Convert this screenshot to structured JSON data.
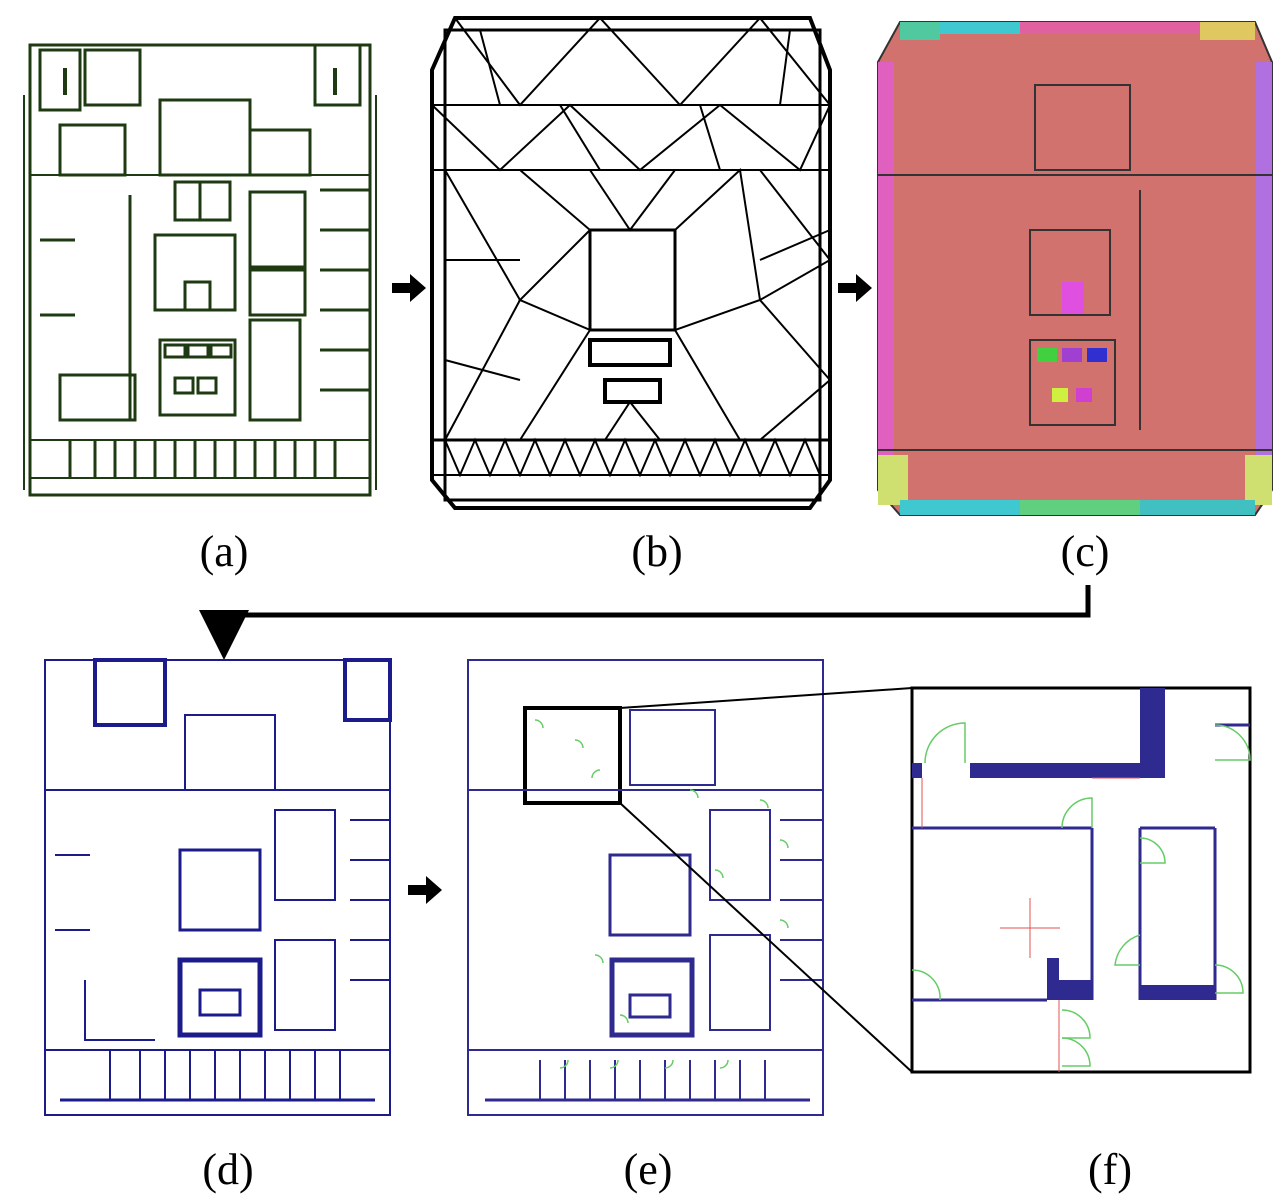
{
  "figure": {
    "panels": [
      {
        "id": "a",
        "label": "(a)",
        "desc_color": "#1e3a12"
      },
      {
        "id": "b",
        "label": "(b)",
        "desc_color": "#000000"
      },
      {
        "id": "c",
        "label": "(c)",
        "desc_color": "#d2726e"
      },
      {
        "id": "d",
        "label": "(d)",
        "desc_color": "#1b1b8c"
      },
      {
        "id": "e",
        "label": "(e)",
        "desc_color": "#2e2a8f"
      },
      {
        "id": "f",
        "label": "(f)",
        "desc_color": "#2e2a8f"
      }
    ],
    "colors": {
      "wall_a": "#1e3a12",
      "mesh_b": "#000000",
      "region_c": "#d2726e",
      "wall_d": "#1b1b8c",
      "wall_e": "#2e2a8f",
      "door_green": "#66cc66",
      "door_red": "#e05050"
    }
  }
}
